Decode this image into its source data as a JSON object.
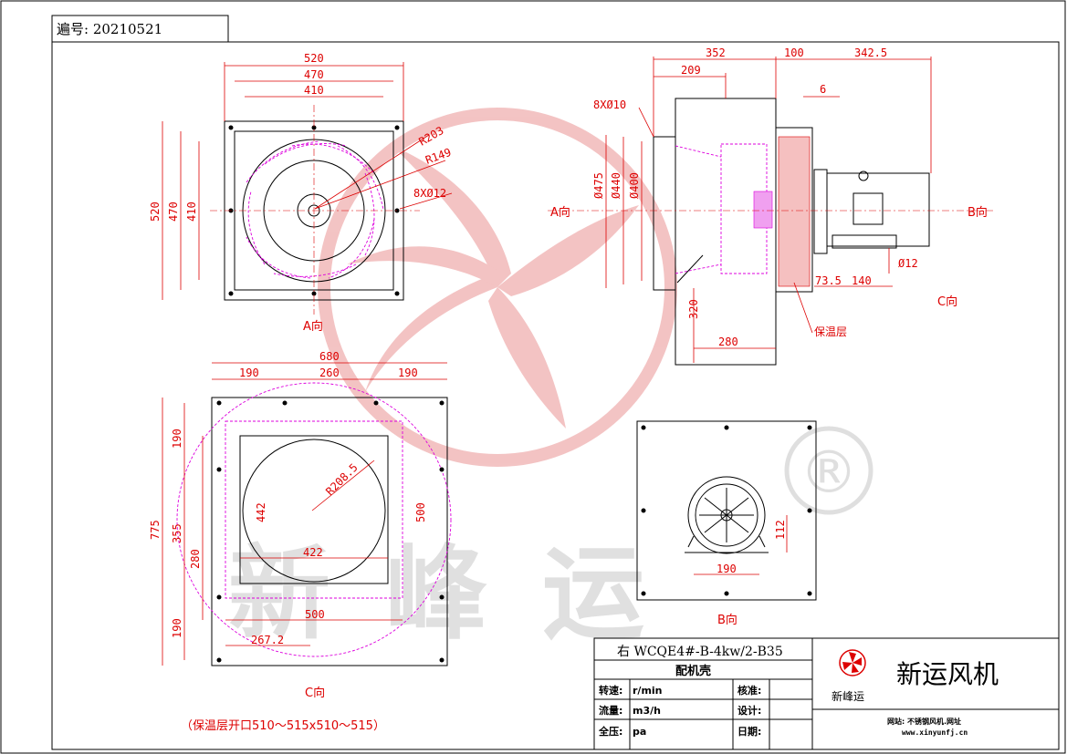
{
  "doc_number": "遍号: 20210521",
  "view_labels": {
    "a_view": "A向",
    "b_view": "B向",
    "c_view": "C向",
    "a_arrow": "A向",
    "b_arrow": "B向",
    "c_arrow": "C向"
  },
  "dims_top_left": {
    "w520": "520",
    "w470": "470",
    "w410": "410",
    "h520": "520",
    "h470": "470",
    "h410": "410",
    "r203": "R203",
    "r149": "R149",
    "holes": "8XØ12"
  },
  "dims_side": {
    "d352": "352",
    "d100": "100",
    "d342": "342.5",
    "d209": "209",
    "d6": "6",
    "holes": "8XØ10",
    "d475": "Ø475",
    "d440": "Ø440",
    "d400": "Ø400",
    "d320": "320",
    "d280": "280",
    "d73": "73.5",
    "d140": "140",
    "d12": "Ø12",
    "insulation": "保温层"
  },
  "dims_bottom_left": {
    "w680": "680",
    "w190a": "190",
    "w260": "260",
    "w190b": "190",
    "h775": "775",
    "h190a": "190",
    "h355": "355",
    "h280": "280",
    "h190b": "190",
    "d442v": "442",
    "d422h": "422",
    "d500v": "500",
    "d500h": "500",
    "d267": "267.2",
    "r208": "R208.5"
  },
  "dims_motor": {
    "d112": "112",
    "d190": "190"
  },
  "insulation_note": "（保温层开口510～515x510～515）",
  "title_block": {
    "model": "右 WCQE4#-B-4kw/2-B35",
    "subtitle": "配机壳",
    "rows": [
      {
        "label": "转速:",
        "unit": "r/min",
        "right": "核准:"
      },
      {
        "label": "流量:",
        "unit": "m3/h",
        "right": "设计:"
      },
      {
        "label": "全压:",
        "unit": "pa",
        "right": "日期:"
      }
    ],
    "company": "新运风机",
    "brand": "新峰运",
    "website": "网站: 不锈钢风机.网址",
    "url": "www.xinyunfj.cn"
  },
  "watermark": "新峰运",
  "registered_mark": "®",
  "colors": {
    "dimension": "#dd0000",
    "hidden": "#dd00dd",
    "outline": "#000000",
    "watermark": "#e8a0a0"
  }
}
